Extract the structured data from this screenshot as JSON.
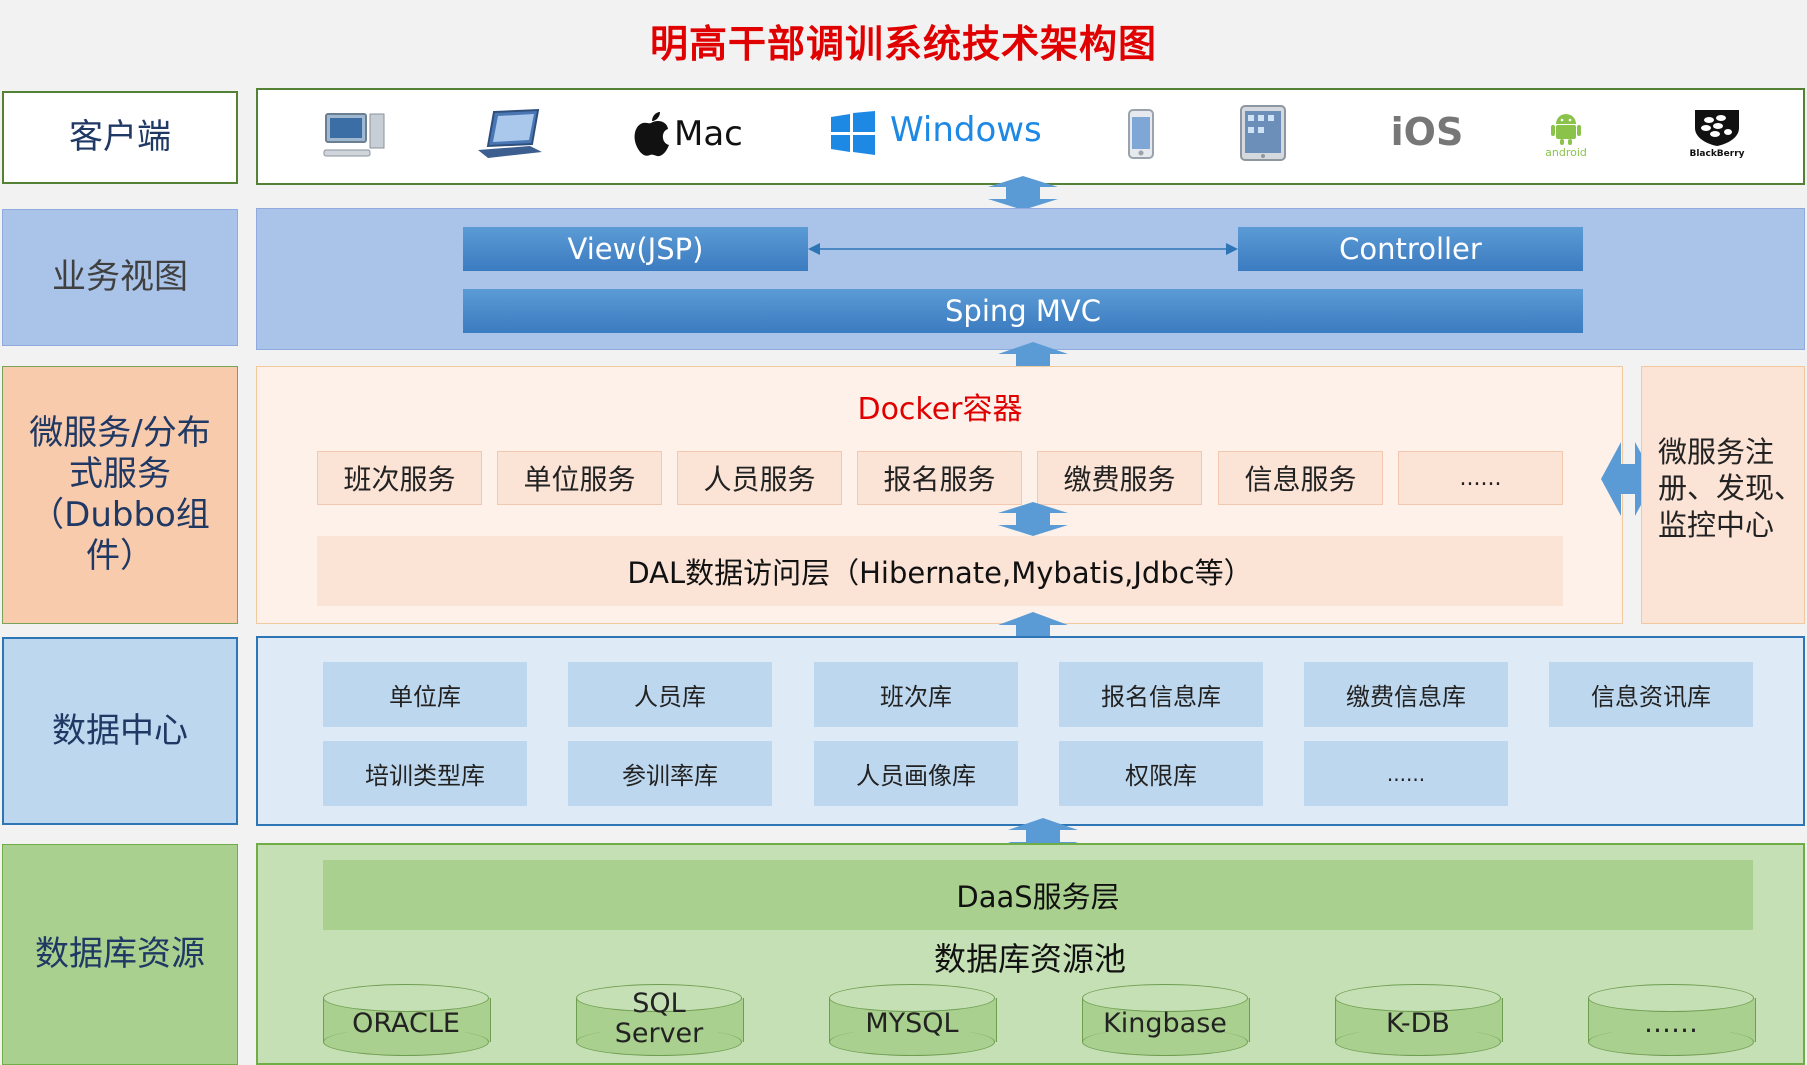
{
  "title": "明高干部调训系统技术架构图",
  "rows": {
    "client": "客户端",
    "view": "业务视图",
    "micro": "微服务/分布式服务（Dubbo组件）",
    "data": "数据中心",
    "dbres": "数据库资源"
  },
  "clients": {
    "mac": "Mac",
    "windows": "Windows",
    "ios": "iOS",
    "android": "android",
    "blackberry": "BlackBerry",
    "icons": [
      "desktop-pc-icon",
      "laptop-icon",
      "apple-icon",
      "windows-icon",
      "iphone-icon",
      "ipad-icon",
      "android-icon",
      "blackberry-icon"
    ]
  },
  "view": {
    "jsp": "View(JSP)",
    "controller": "Controller",
    "spring": "Sping MVC"
  },
  "micro": {
    "docker": "Docker容器",
    "services": [
      "班次服务",
      "单位服务",
      "人员服务",
      "报名服务",
      "缴费服务",
      "信息服务",
      "......"
    ],
    "dal": "DAL数据访问层（Hibernate,Mybatis,Jdbc等）",
    "registry": "微服务注册、发现、监控中心"
  },
  "datacenter": {
    "row1": [
      "单位库",
      "人员库",
      "班次库",
      "报名信息库",
      "缴费信息库",
      "信息资讯库"
    ],
    "row2": [
      "培训类型库",
      "参训率库",
      "人员画像库",
      "权限库",
      "......"
    ]
  },
  "dbres": {
    "daas": "DaaS服务层",
    "pool": "数据库资源池",
    "dbs": [
      "ORACLE",
      "SQL Server",
      "MYSQL",
      "Kingbase",
      "K-DB",
      "……"
    ]
  },
  "colors": {
    "title": "#e00000",
    "blue_bar": "#5b9bd5",
    "arrow": "#5b9bd5",
    "service_fill": "#fbe3d6",
    "db_fill": "#bdd7ee",
    "green_fill": "#c5e0b4"
  }
}
